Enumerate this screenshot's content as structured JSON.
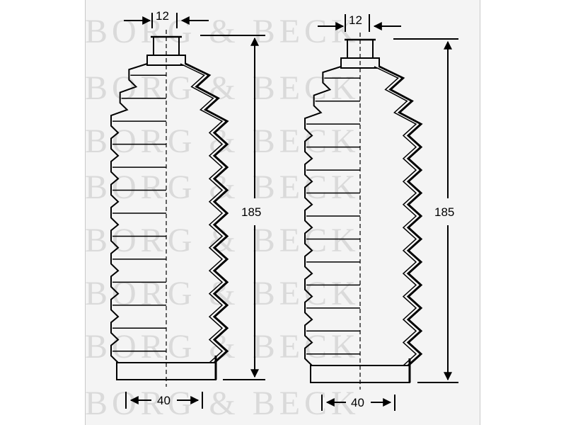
{
  "watermark": "BORG & BECK",
  "colors": {
    "line": "#000000",
    "background": "#f4f4f4",
    "watermark": "#dadada"
  },
  "boots": [
    {
      "top_diameter": "12",
      "length": "185",
      "bottom_diameter": "40"
    },
    {
      "top_diameter": "12",
      "length": "185",
      "bottom_diameter": "40"
    }
  ]
}
